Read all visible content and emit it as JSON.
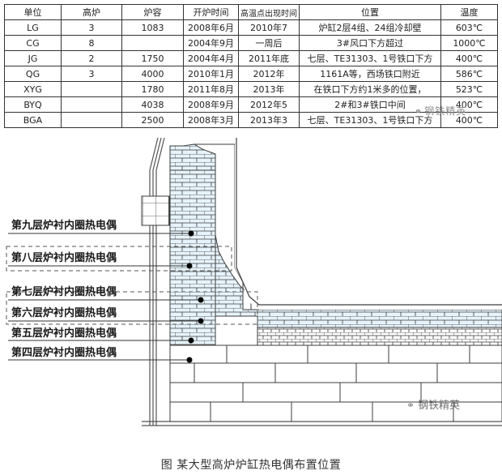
{
  "table": {
    "headers": [
      "单位",
      "高炉",
      "炉容",
      "开炉时间",
      "高温点出现时间",
      "位置",
      "温度"
    ],
    "rows": [
      [
        "LG",
        "3",
        "1083",
        "2008年6月",
        "2010年7",
        "炉缸2层4组、24组冷却壁",
        "603℃"
      ],
      [
        "CG",
        "8",
        "",
        "2004年9月",
        "一周后",
        "3#风口下方超过",
        "1000℃"
      ],
      [
        "JG",
        "2",
        "1750",
        "2004年4月",
        "2011年底",
        "七层、TE31303、1号铁口下方",
        "400℃"
      ],
      [
        "QG",
        "3",
        "4000",
        "2010年1月",
        "2012年",
        "1161A等，西场铁口附近",
        "586℃"
      ],
      [
        "XYG",
        "",
        "1780",
        "2011年8月",
        "2013年",
        "在铁口下方约1米多的位置，",
        "523℃"
      ],
      [
        "BYQ",
        "",
        "4038",
        "2008年9月",
        "2012年5",
        "2#和3#铁口中间",
        "400℃"
      ],
      [
        "BGA",
        "",
        "2500",
        "2008年3月",
        "2013年3",
        "七层、TE31303、1号铁口下方",
        "400℃"
      ]
    ]
  },
  "watermark": "钢铁精英",
  "diagram": {
    "thermocouple_labels": [
      "第九层炉衬内圈热电偶",
      "第八层炉衬内圈热电偶",
      "第七层炉衬内圈热电偶",
      "第六层炉衬内圈热电偶",
      "第五层炉衬内圈热电偶",
      "第四层炉衬内圈热电偶"
    ]
  },
  "caption": "图 某大型高炉炉缸热电偶布置位置",
  "colors": {
    "brick_fill": "#e6f3fb",
    "brick_line": "#3c3c3c",
    "outline": "#555555"
  }
}
